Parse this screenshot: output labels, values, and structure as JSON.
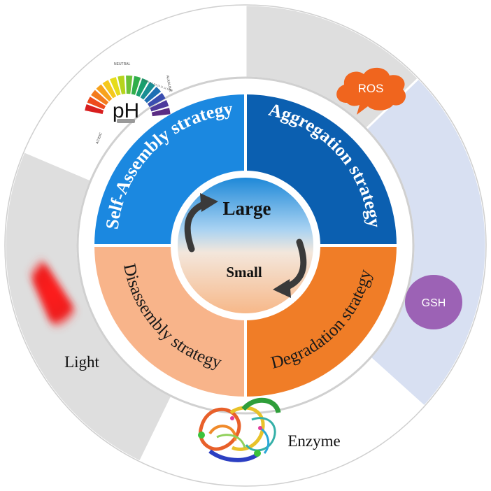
{
  "center": {
    "top_label": "Large",
    "bottom_label": "Small"
  },
  "strategies": [
    {
      "label": "Self-Assembly strategy",
      "color": "#1b88e0"
    },
    {
      "label": "Aggregation strategy",
      "color": "#0b5fb0"
    },
    {
      "label": "Degradation strategy",
      "color": "#f07d27"
    },
    {
      "label": "Disassembly strategy",
      "color": "#f8b48a"
    }
  ],
  "stimuli": {
    "ph": {
      "label": "pH",
      "scale_neutral": "NEUTRAL",
      "scale_acidic": "ACIDIC",
      "scale_alkaline": "ALKALINE",
      "scale_numbers": "1 2 3 4 5 6 7 8 9 10 11 12 13 14"
    },
    "ros": {
      "label": "ROS",
      "color": "#f0651e"
    },
    "gsh": {
      "label": "GSH",
      "color": "#9c62b5"
    },
    "enzyme": {
      "label": "Enzyme"
    },
    "light": {
      "label": "Light",
      "color": "#e81818"
    }
  },
  "colors": {
    "sector_gray": "#dedede",
    "sector_blue": "#d8e0f2",
    "sector_white": "#ffffff",
    "ring_border": "#c9c9c9",
    "arrow": "#3a3a3a"
  }
}
